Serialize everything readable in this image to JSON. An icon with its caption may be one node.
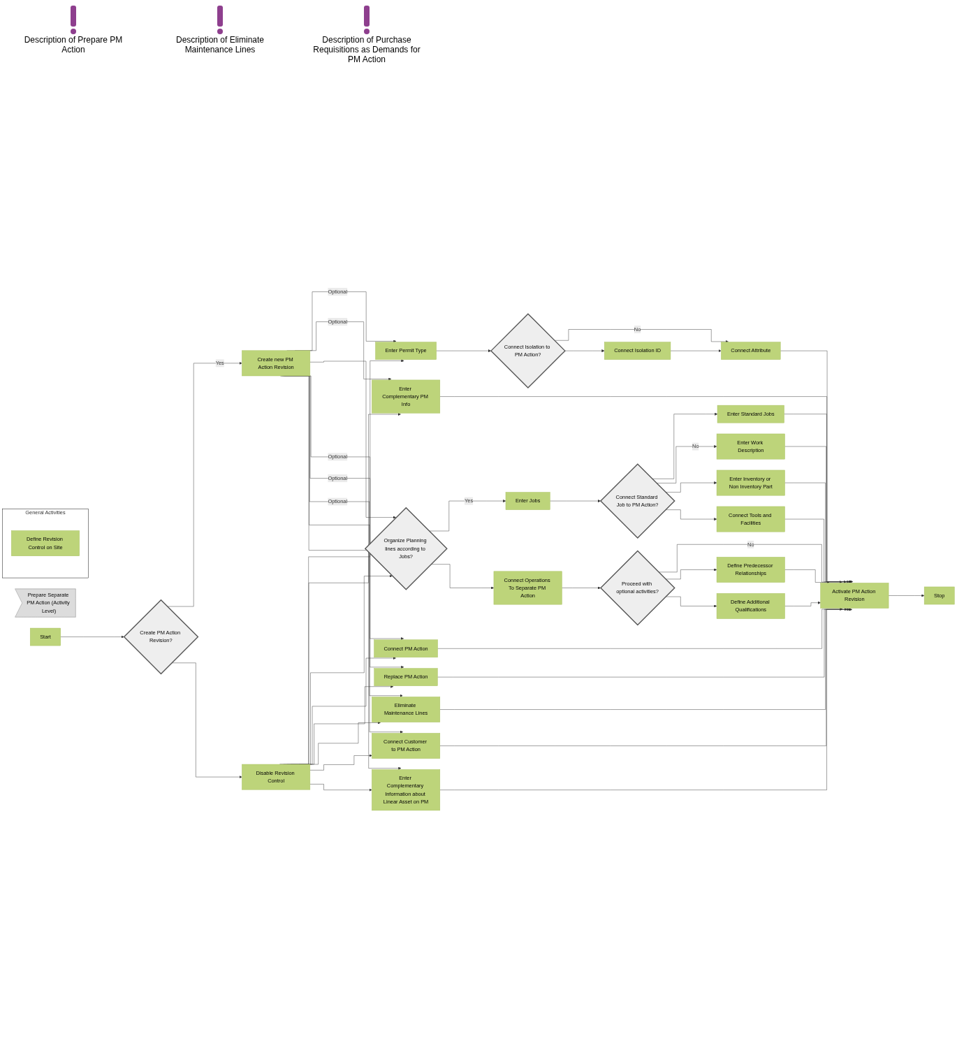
{
  "diagram": {
    "nodes": [
      {
        "text": [
          "Prepare Separate PM Action (Activity Level)"
        ]
      },
      {
        "text": [
          "Start"
        ]
      },
      {
        "text": [
          "Create PM Action Revision?"
        ]
      },
      {
        "text": [
          "Create new PM Action Revision"
        ]
      },
      {
        "text": [
          "Disable Revision Control"
        ]
      },
      {
        "text": [
          "General Activities"
        ]
      },
      {
        "text": [
          "Define Revision Control on Site"
        ],
        "in": 5
      },
      {
        "text": [
          "Enter Permit Type"
        ]
      },
      {
        "text": [
          "Connect Isolation to PM Action?"
        ]
      },
      {
        "text": [
          "Connect Isolation ID"
        ]
      },
      {
        "text": [
          "Connect Attribute"
        ]
      },
      {
        "text": [
          "Activate PM Action Revision"
        ]
      },
      {
        "text": [
          "Stop"
        ]
      },
      {
        "text": [
          "Enter Complementary PM Info"
        ]
      },
      {
        "text": [
          "Organize Planning lines according to Jobs?"
        ]
      },
      {
        "text": [
          "Enter Jobs"
        ]
      },
      {
        "text": [
          "Connect Standard Job to PM Action?"
        ]
      },
      {
        "text": [
          "Enter Standard Jobs"
        ]
      },
      {
        "text": [
          "Enter Work Description"
        ]
      },
      {
        "text": [
          "Connect Operations To Separate PM Action"
        ]
      },
      {
        "text": [
          "Proceed with optional activities?"
        ]
      },
      {
        "text": [
          "Define Predecessor Relationships"
        ]
      },
      {
        "text": [
          "Define Additional Qualifications"
        ]
      },
      {
        "text": [
          "Enter Inventory or Non Inventory Part"
        ]
      },
      {
        "text": [
          "Connect Tools and Facilities"
        ]
      },
      {
        "text": [
          "Connect PM Action"
        ]
      },
      {
        "text": [
          "Replace PM Action"
        ]
      },
      {
        "text": [
          "Eliminate Maintenance Lines"
        ]
      },
      {
        "text": [
          "Connect Customer to PM Action"
        ]
      },
      {
        "text": [
          "Enter Complementary Information about Linear Asset on PM"
        ]
      }
    ],
    "edges": [
      {
        "from": 1,
        "to": 2,
        "arrow": "to"
      },
      {
        "from": 2,
        "to": 3,
        "arrow": "to",
        "label": "Yes"
      },
      {
        "from": 2,
        "to": 4,
        "arrow": "to"
      },
      {
        "from": 3,
        "to": 7,
        "arrow": "to",
        "label": "Optional"
      },
      {
        "from": 4,
        "to": 7,
        "arrow": "to"
      },
      {
        "from": 3,
        "to": 13,
        "arrow": "to",
        "label": "Optional"
      },
      {
        "from": 4,
        "to": 13,
        "arrow": "to"
      },
      {
        "from": 3,
        "to": 14,
        "arrow": "to"
      },
      {
        "from": 4,
        "to": 14,
        "arrow": "to"
      },
      {
        "from": 3,
        "to": 25,
        "arrow": "to",
        "label": "Optional"
      },
      {
        "from": 4,
        "to": 25,
        "arrow": "to"
      },
      {
        "from": 3,
        "to": 26,
        "arrow": "to",
        "label": "Optional"
      },
      {
        "from": 4,
        "to": 26,
        "arrow": "to"
      },
      {
        "from": 3,
        "to": 27,
        "arrow": "to",
        "label": "Optional"
      },
      {
        "from": 4,
        "to": 27,
        "arrow": "to"
      },
      {
        "from": 3,
        "to": 28,
        "arrow": "to"
      },
      {
        "from": 4,
        "to": 28,
        "arrow": "to"
      },
      {
        "from": 3,
        "to": 29,
        "arrow": "to"
      },
      {
        "from": 4,
        "to": 29,
        "arrow": "to"
      },
      {
        "from": 7,
        "to": 8,
        "arrow": "to"
      },
      {
        "from": 8,
        "to": 10,
        "arrow": "to",
        "label": "No"
      },
      {
        "from": 8,
        "to": 9,
        "arrow": "to"
      },
      {
        "from": 9,
        "to": 10,
        "arrow": "to"
      },
      {
        "from": 10,
        "to": 11,
        "arrow": "to"
      },
      {
        "from": 11,
        "to": 12,
        "arrow": "to"
      },
      {
        "from": 13,
        "to": 11,
        "arrow": "to"
      },
      {
        "from": 14,
        "to": 15,
        "arrow": "to",
        "label": "Yes"
      },
      {
        "from": 14,
        "to": 19,
        "arrow": "to"
      },
      {
        "from": 15,
        "to": 16,
        "arrow": "to"
      },
      {
        "from": 16,
        "to": 17,
        "arrow": "to"
      },
      {
        "from": 16,
        "to": 18,
        "arrow": "to",
        "label": "No"
      },
      {
        "from": 16,
        "to": 23,
        "arrow": "to"
      },
      {
        "from": 16,
        "to": 24,
        "arrow": "to"
      },
      {
        "from": 17,
        "to": 11,
        "arrow": "to"
      },
      {
        "from": 18,
        "to": 11,
        "arrow": "to"
      },
      {
        "from": 19,
        "to": 20,
        "arrow": "to"
      },
      {
        "from": 20,
        "to": 11,
        "arrow": "to",
        "label": "No"
      },
      {
        "from": 20,
        "to": 21,
        "arrow": "to"
      },
      {
        "from": 20,
        "to": 22,
        "arrow": "to"
      },
      {
        "from": 21,
        "to": 11,
        "arrow": "to"
      },
      {
        "from": 22,
        "to": 11,
        "arrow": "to"
      },
      {
        "from": 23,
        "to": 11,
        "arrow": "to"
      },
      {
        "from": 24,
        "to": 11,
        "arrow": "to"
      },
      {
        "from": 25,
        "to": 11,
        "arrow": "to"
      },
      {
        "from": 26,
        "to": 11,
        "arrow": "to"
      },
      {
        "from": 27,
        "to": 11,
        "arrow": "to"
      },
      {
        "from": 28,
        "to": 11,
        "arrow": "to"
      },
      {
        "from": 29,
        "to": 11,
        "arrow": "to"
      }
    ],
    "labels": [
      "Description of Prepare PM Action",
      "Description of Eliminate Maintenance Lines",
      "Description of Purchase Requisitions as Demands for PM Action"
    ]
  }
}
